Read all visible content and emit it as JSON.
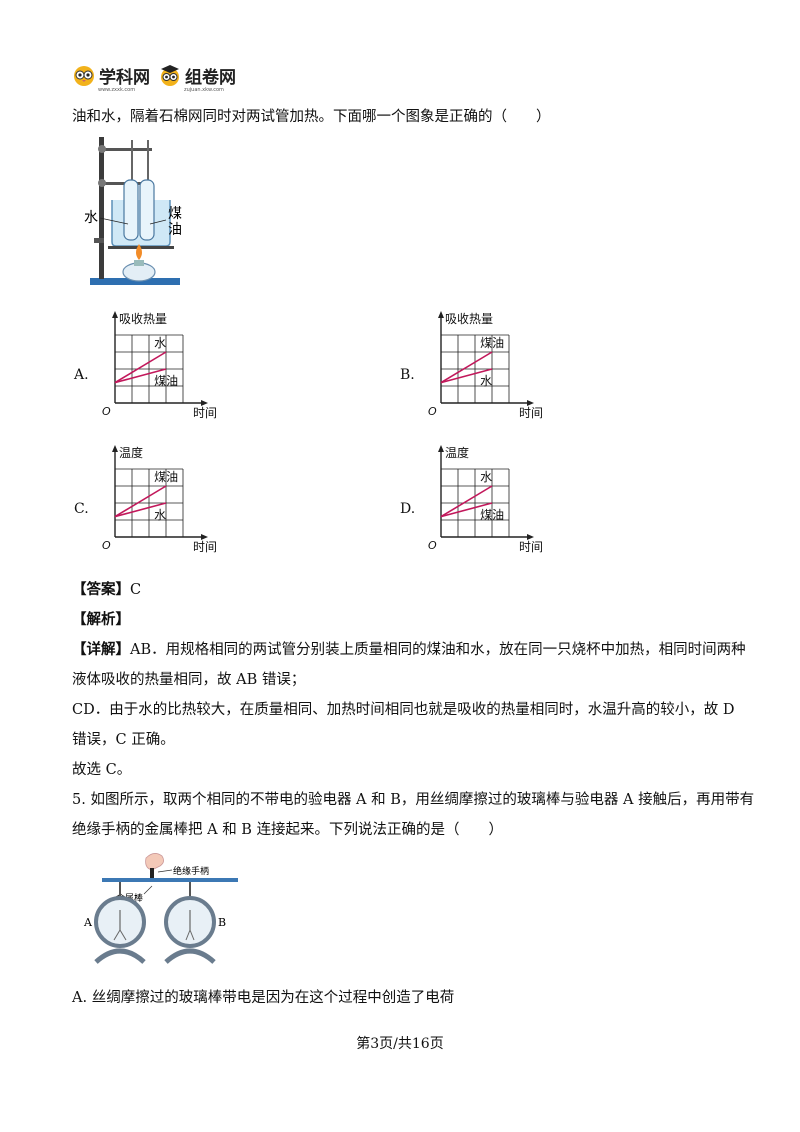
{
  "header": {
    "logo1": "学科网",
    "logo1_sub": "www.zxxk.com",
    "logo2": "组卷网",
    "logo2_sub": "zujuan.xkw.com"
  },
  "q4": {
    "stem_tail": "油和水，隔着石棉网同时对两试管加热。下面哪一个图象是正确的（　　）",
    "figure_labels": {
      "water": "水",
      "kerosene_1": "煤",
      "kerosene_2": "油"
    },
    "options": [
      {
        "letter": "A.",
        "ylabel": "吸收热量",
        "xlabel": "时间",
        "origin": "O",
        "upper": "水",
        "lower": "煤油"
      },
      {
        "letter": "B.",
        "ylabel": "吸收热量",
        "xlabel": "时间",
        "origin": "O",
        "upper": "煤油",
        "lower": "水"
      },
      {
        "letter": "C.",
        "ylabel": "温度",
        "xlabel": "时间",
        "origin": "O",
        "upper": "煤油",
        "lower": "水"
      },
      {
        "letter": "D.",
        "ylabel": "温度",
        "xlabel": "时间",
        "origin": "O",
        "upper": "水",
        "lower": "煤油"
      }
    ],
    "answer_label": "【答案】",
    "answer": "C",
    "analysis_label": "【解析】",
    "detail_label": "【详解】",
    "detail_1": "AB．用规格相同的两试管分别装上质量相同的煤油和水，放在同一只烧杯中加热，相同时间两种",
    "detail_2": "液体吸收的热量相同，故 AB 错误；",
    "detail_3": "CD．由于水的比热较大，在质量相同、加热时间相同也就是吸收的热量相同时，水温升高的较小，故 D",
    "detail_4": "错误，C 正确。",
    "conclusion": "故选 C。"
  },
  "q5": {
    "stem_1": "5. 如图所示，取两个相同的不带电的验电器 A 和 B，用丝绸摩擦过的玻璃棒与验电器 A 接触后，再用带有",
    "stem_2": "绝缘手柄的金属棒把 A 和 B 连接起来。下列说法正确的是（　　）",
    "figure_labels": {
      "handle": "绝缘手柄",
      "rod": "金属棒",
      "a": "A",
      "b": "B"
    },
    "option_a": "A.  丝绸摩擦过的玻璃棒带电是因为在这个过程中创造了电荷"
  },
  "footer": "第3页/共16页",
  "colors": {
    "line": "#c2185b",
    "grid": "#222222"
  }
}
